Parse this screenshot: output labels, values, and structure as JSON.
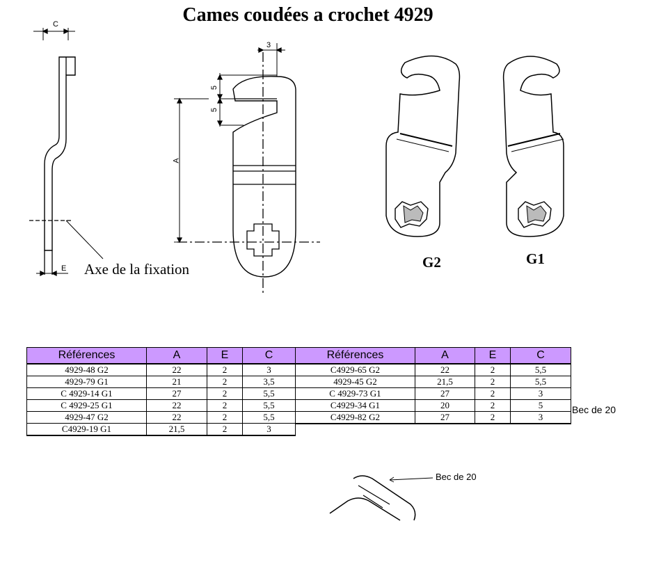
{
  "title": "Cames coudées a crochet  4929",
  "drawing": {
    "axis_label": "Axe de la fixation",
    "dim_c": "C",
    "dim_e": "E",
    "dim_a": "A",
    "dim_5_top": "5",
    "dim_5_bottom": "5",
    "dim_3": "3",
    "label_g2": "G2",
    "label_g1": "G1",
    "bec_label": "Bec de 20"
  },
  "table_left": {
    "headers": [
      "Références",
      "A",
      "E",
      "C"
    ],
    "rows": [
      [
        "4929-48  G2",
        "22",
        "2",
        "3"
      ],
      [
        "4929-79 G1",
        "21",
        "2",
        "3,5"
      ],
      [
        "C 4929-14 G1",
        "27",
        "2",
        "5,5"
      ],
      [
        "C 4929-25 G1",
        "22",
        "2",
        "5,5"
      ],
      [
        "4929-47 G2",
        "22",
        "2",
        "5,5"
      ],
      [
        "C4929-19  G1",
        "21,5",
        "2",
        "3"
      ]
    ]
  },
  "table_right": {
    "headers": [
      "Références",
      "A",
      "E",
      "C"
    ],
    "rows": [
      [
        "C4929-65  G2",
        "22",
        "2",
        "5,5"
      ],
      [
        "4929-45  G2",
        "21,5",
        "2",
        "5,5"
      ],
      [
        "C 4929-73 G1",
        "27",
        "2",
        "3"
      ],
      [
        "C4929-34 G1",
        "20",
        "2",
        "5"
      ],
      [
        "C4929-82  G2",
        "27",
        "2",
        "3"
      ]
    ],
    "side_note": "Bec de 20"
  }
}
